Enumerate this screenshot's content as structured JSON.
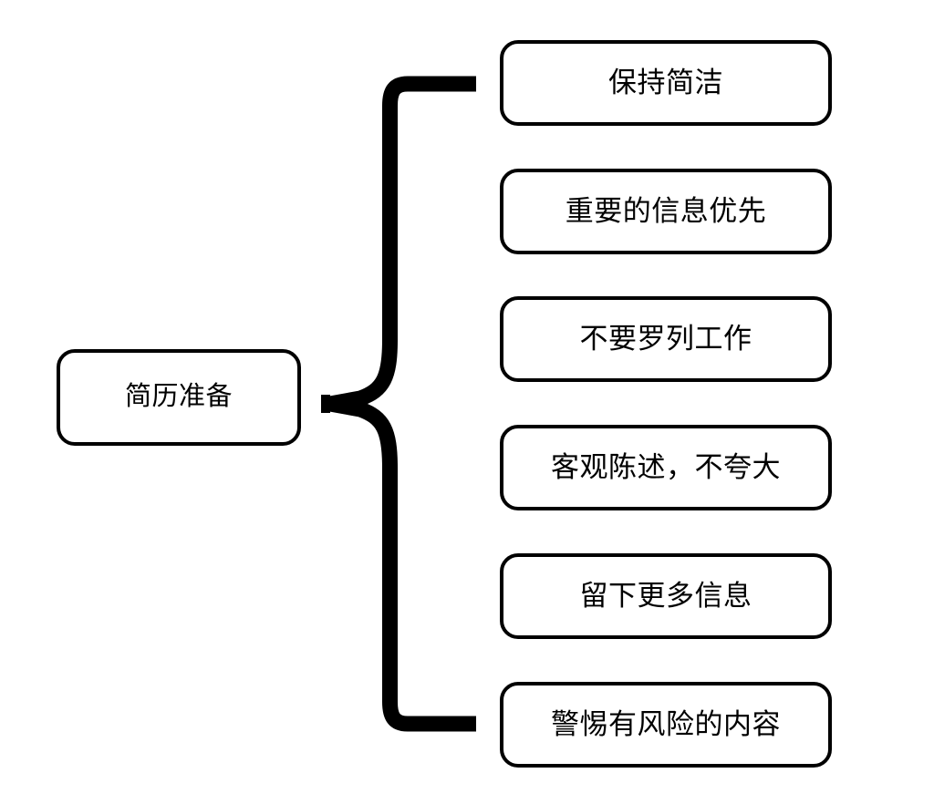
{
  "diagram": {
    "type": "mindmap",
    "orientation": "left-to-right",
    "connector_style": "curly-brace",
    "stroke_color": "#000000",
    "node_fill_color": "#ffffff",
    "text_color": "#000000",
    "root": {
      "label": "简历准备"
    },
    "branches": [
      {
        "label": "保持简洁"
      },
      {
        "label": "重要的信息优先"
      },
      {
        "label": "不要罗列工作"
      },
      {
        "label": "客观陈述，不夸大"
      },
      {
        "label": "留下更多信息"
      },
      {
        "label": "警惕有风险的内容"
      }
    ]
  }
}
